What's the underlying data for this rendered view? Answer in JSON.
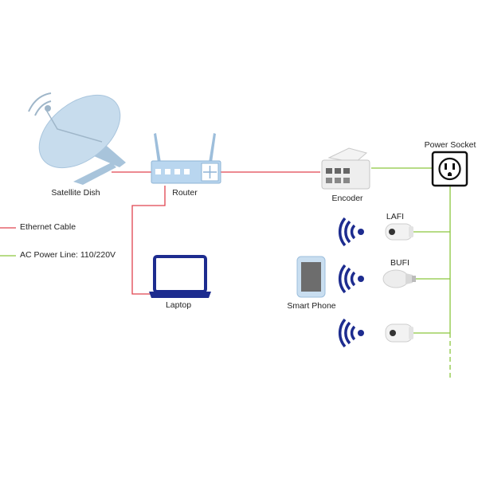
{
  "devices": {
    "satellite": "Satellite Dish",
    "router": "Router",
    "encoder": "Encoder",
    "power_socket": "Power Socket",
    "laptop": "Laptop",
    "smartphone": "Smart Phone",
    "lafi": "LAFI",
    "bufi": "BUFI"
  },
  "legend": {
    "ethernet": "Ethernet Cable",
    "ac_power": "AC Power Line: 110/220V"
  },
  "colors": {
    "ethernet": "#e0434f",
    "ac_power": "#8cc63f",
    "router": "#b9d6ef",
    "dish": "#c7dced",
    "wifi": "#1d2c8f",
    "laptop": "#1d2c8f"
  }
}
